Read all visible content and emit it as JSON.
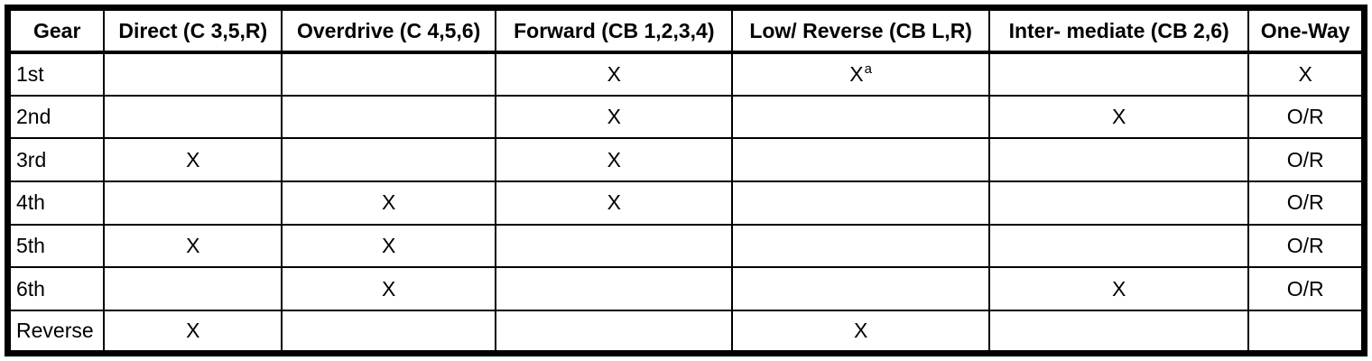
{
  "table": {
    "columns": [
      "Gear",
      "Direct (C 3,5,R)",
      "Overdrive (C 4,5,6)",
      "Forward (CB 1,2,3,4)",
      "Low/ Reverse (CB L,R)",
      "Inter- mediate (CB 2,6)",
      "One-Way"
    ],
    "rows": [
      {
        "gear": "1st",
        "cells": [
          "",
          "",
          "X",
          "X^a",
          "",
          "X"
        ]
      },
      {
        "gear": "2nd",
        "cells": [
          "",
          "",
          "X",
          "",
          "X",
          "O/R"
        ]
      },
      {
        "gear": "3rd",
        "cells": [
          "X",
          "",
          "X",
          "",
          "",
          "O/R"
        ]
      },
      {
        "gear": "4th",
        "cells": [
          "",
          "X",
          "X",
          "",
          "",
          "O/R"
        ]
      },
      {
        "gear": "5th",
        "cells": [
          "X",
          "X",
          "",
          "",
          "",
          "O/R"
        ]
      },
      {
        "gear": "6th",
        "cells": [
          "",
          "X",
          "",
          "",
          "X",
          "O/R"
        ]
      },
      {
        "gear": "Reverse",
        "cells": [
          "X",
          "",
          "",
          "X",
          "",
          ""
        ]
      }
    ]
  },
  "colors": {
    "background": "#ffffff",
    "border": "#000000",
    "text": "#000000"
  }
}
